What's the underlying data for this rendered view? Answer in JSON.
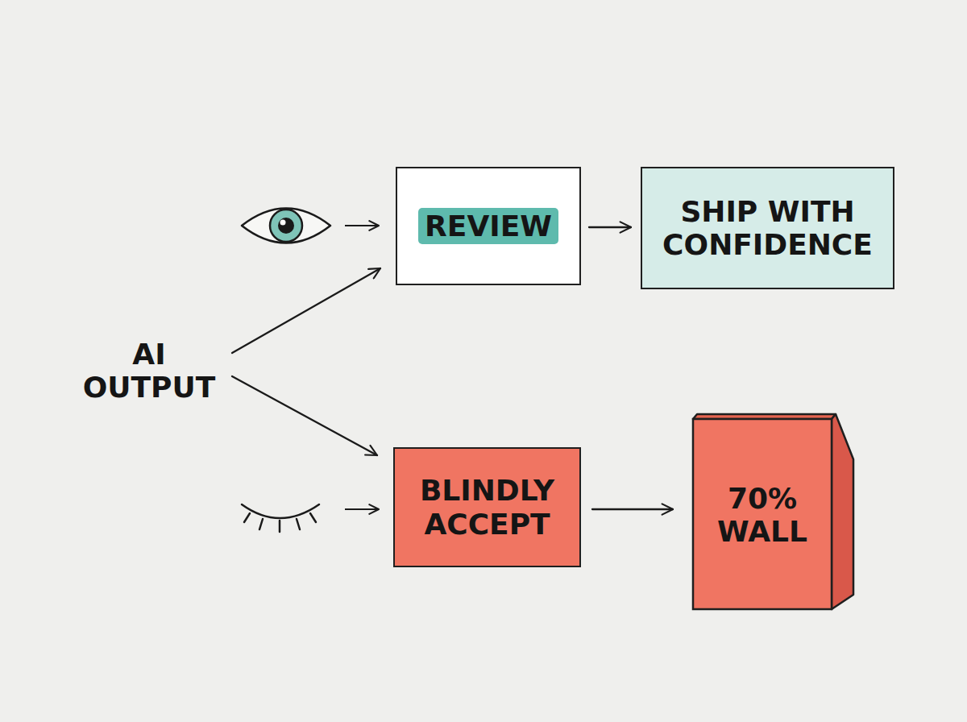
{
  "diagram": {
    "nodes": [
      {
        "text": [
          "AI OUTPUT"
        ]
      },
      {
        "text": [
          "REVIEW"
        ]
      },
      {
        "text": [
          "SHIP WITH CONFIDENCE"
        ]
      },
      {
        "text": [
          "BLINDLY ACCEPT"
        ]
      },
      {
        "text": [
          "70% WALL"
        ]
      }
    ],
    "edges": [
      {
        "from": 0,
        "to": 1,
        "arrow": "to"
      },
      {
        "from": 1,
        "to": 2,
        "arrow": "to"
      },
      {
        "from": 0,
        "to": 3,
        "arrow": "to"
      },
      {
        "from": 3,
        "to": 4,
        "arrow": "to"
      }
    ]
  }
}
